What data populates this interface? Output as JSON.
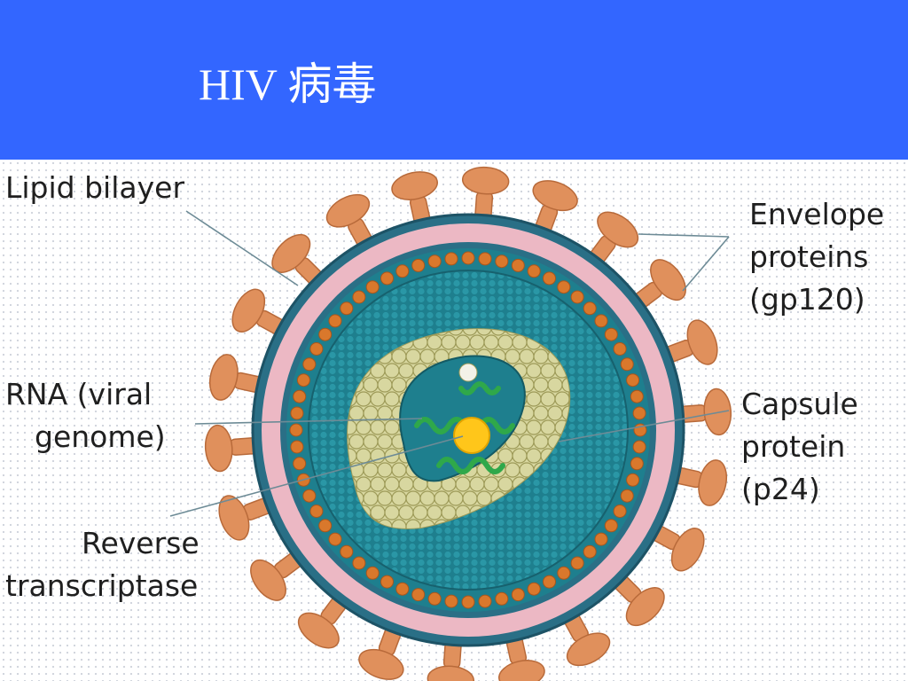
{
  "slide": {
    "title": "HIV 病毒"
  },
  "diagram": {
    "labels": {
      "lipid_bilayer": "Lipid bilayer",
      "envelope_proteins": [
        "Envelope",
        "proteins",
        "(gp120)"
      ],
      "rna": [
        "RNA (viral",
        "genome)"
      ],
      "capsule_protein": [
        "Capsule",
        "protein",
        "(p24)"
      ],
      "reverse_transcriptase": [
        "Reverse",
        "transcriptase"
      ]
    },
    "colors": {
      "header": "#3366ff",
      "spike": "#e0905c",
      "lipid": "#ecb8c4",
      "matrix_dot": "#d9782c",
      "teal": "#1e7f8e",
      "capsid": "#d8d7a0",
      "rna": "#2fa84a",
      "enzyme": "#ffc61a"
    }
  }
}
